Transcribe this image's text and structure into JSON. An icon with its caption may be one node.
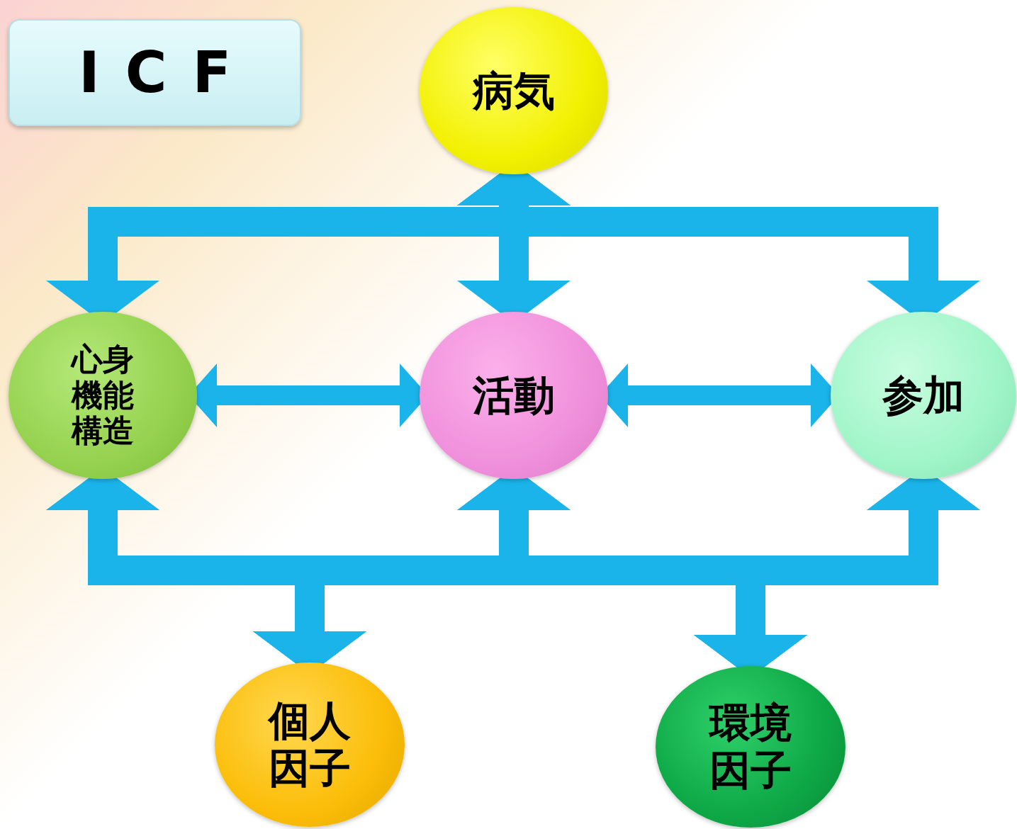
{
  "diagram": {
    "title": "ICF",
    "nodes": [
      {
        "text": [
          "病気"
        ]
      },
      {
        "text": [
          "心身機能構造"
        ]
      },
      {
        "text": [
          "活動"
        ]
      },
      {
        "text": [
          "参加"
        ]
      },
      {
        "text": [
          "個人因子"
        ]
      },
      {
        "text": [
          "環境因子"
        ]
      }
    ],
    "edges": [
      {
        "from": 0,
        "to": 1,
        "arrow": "both"
      },
      {
        "from": 0,
        "to": 2,
        "arrow": "both"
      },
      {
        "from": 0,
        "to": 3,
        "arrow": "both"
      },
      {
        "from": 1,
        "to": 2,
        "arrow": "both"
      },
      {
        "from": 2,
        "to": 3,
        "arrow": "both"
      },
      {
        "from": 4,
        "to": 1,
        "arrow": "both"
      },
      {
        "from": 4,
        "to": 2,
        "arrow": "both"
      },
      {
        "from": 4,
        "to": 3,
        "arrow": "both"
      },
      {
        "from": 5,
        "to": 1,
        "arrow": "both"
      },
      {
        "from": 5,
        "to": 2,
        "arrow": "both"
      },
      {
        "from": 5,
        "to": 3,
        "arrow": "both"
      }
    ]
  }
}
